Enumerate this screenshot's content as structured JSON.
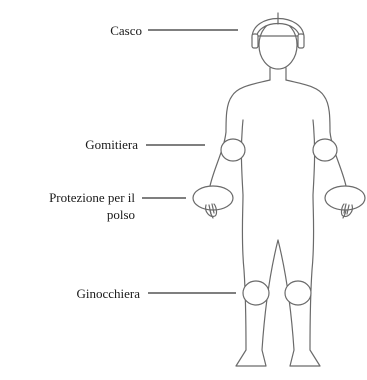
{
  "labels": {
    "helmet": "Casco",
    "elbow": "Gomitiera",
    "wrist_line1": "Protezione per il",
    "wrist_line2": "polso",
    "knee": "Ginocchiera"
  }
}
